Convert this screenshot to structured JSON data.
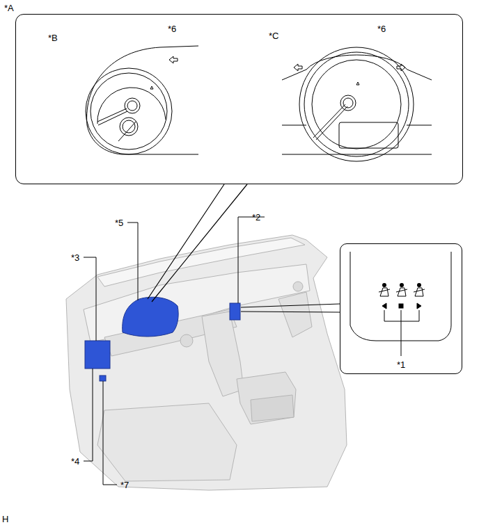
{
  "diagram": {
    "nodes": [
      {
        "text": [
          "*A",
          "*B",
          "*6",
          "*C",
          "*6"
        ]
      },
      {
        "text": [
          "*1"
        ]
      }
    ],
    "labels": [
      "*5",
      "*2",
      "*3",
      "*4",
      "*7",
      "H"
    ]
  }
}
